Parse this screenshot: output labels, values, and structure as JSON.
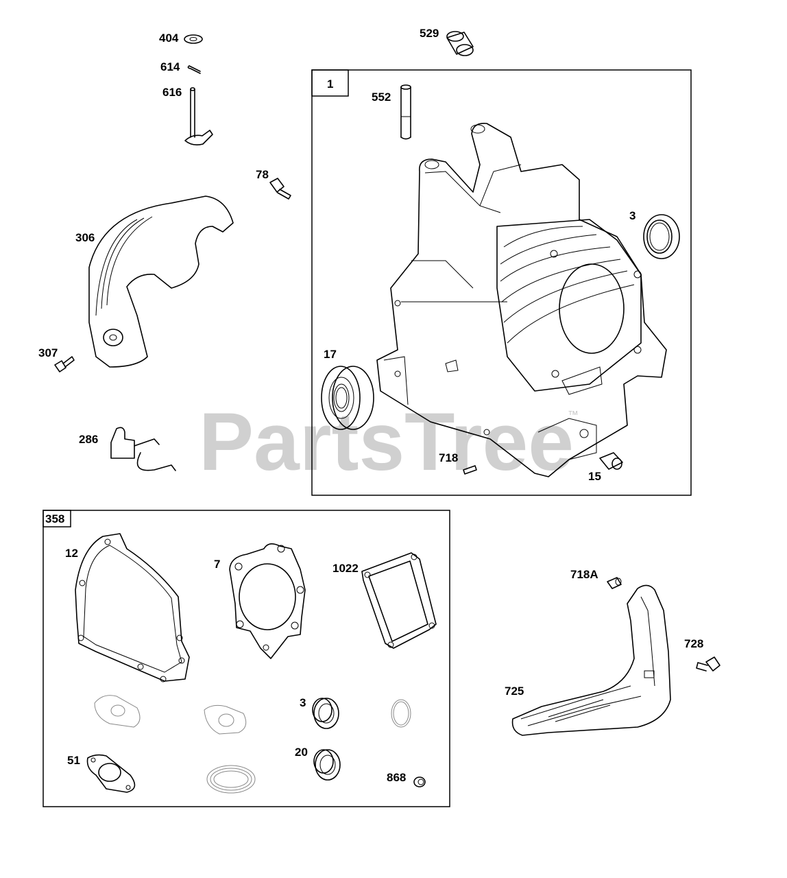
{
  "watermark": {
    "text": "PartsTree",
    "trademark": "™"
  },
  "boxes": {
    "short_block": {
      "tag": "1"
    },
    "gasket_set": {
      "tag": "358"
    }
  },
  "parts": {
    "p404": "404",
    "p614": "614",
    "p616": "616",
    "p529": "529",
    "p552": "552",
    "p78": "78",
    "p306": "306",
    "p3_block": "3",
    "p307": "307",
    "p17": "17",
    "p286": "286",
    "p718": "718",
    "p15": "15",
    "p12": "12",
    "p7": "7",
    "p1022": "1022",
    "p718a": "718A",
    "p728": "728",
    "p725": "725",
    "p3_set": "3",
    "p51": "51",
    "p20": "20",
    "p868": "868"
  }
}
